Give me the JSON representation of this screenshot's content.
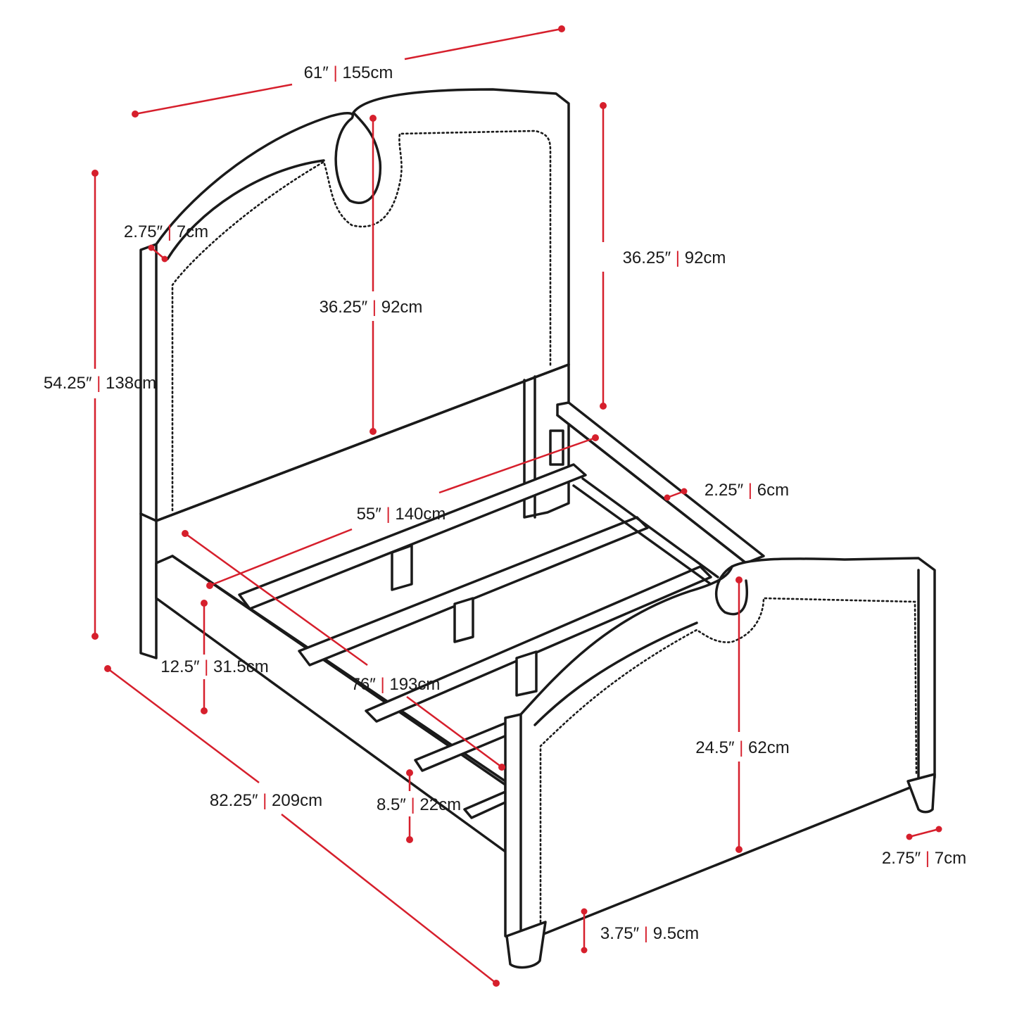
{
  "dimensions": {
    "headboard_width": {
      "imperial": "61″",
      "metric": "155cm"
    },
    "headboard_post_top": {
      "imperial": "2.75″",
      "metric": "7cm"
    },
    "overall_height": {
      "imperial": "54.25″",
      "metric": "138cm"
    },
    "headboard_center_height": {
      "imperial": "36.25″",
      "metric": "92cm"
    },
    "headboard_side_height": {
      "imperial": "36.25″",
      "metric": "92cm"
    },
    "side_rail_thickness": {
      "imperial": "2.25″",
      "metric": "6cm"
    },
    "inner_width": {
      "imperial": "55″",
      "metric": "140cm"
    },
    "rail_clearance": {
      "imperial": "12.5″",
      "metric": "31.5cm"
    },
    "inner_length": {
      "imperial": "76″",
      "metric": "193cm"
    },
    "overall_length": {
      "imperial": "82.25″",
      "metric": "209cm"
    },
    "rail_height": {
      "imperial": "8.5″",
      "metric": "22cm"
    },
    "footboard_height": {
      "imperial": "24.5″",
      "metric": "62cm"
    },
    "foot_leg_width": {
      "imperial": "2.75″",
      "metric": "7cm"
    },
    "leg_height": {
      "imperial": "3.75″",
      "metric": "9.5cm"
    }
  },
  "colors": {
    "dimension_line": "#d61f2c",
    "outline": "#1a1a1a",
    "background": "#ffffff"
  }
}
